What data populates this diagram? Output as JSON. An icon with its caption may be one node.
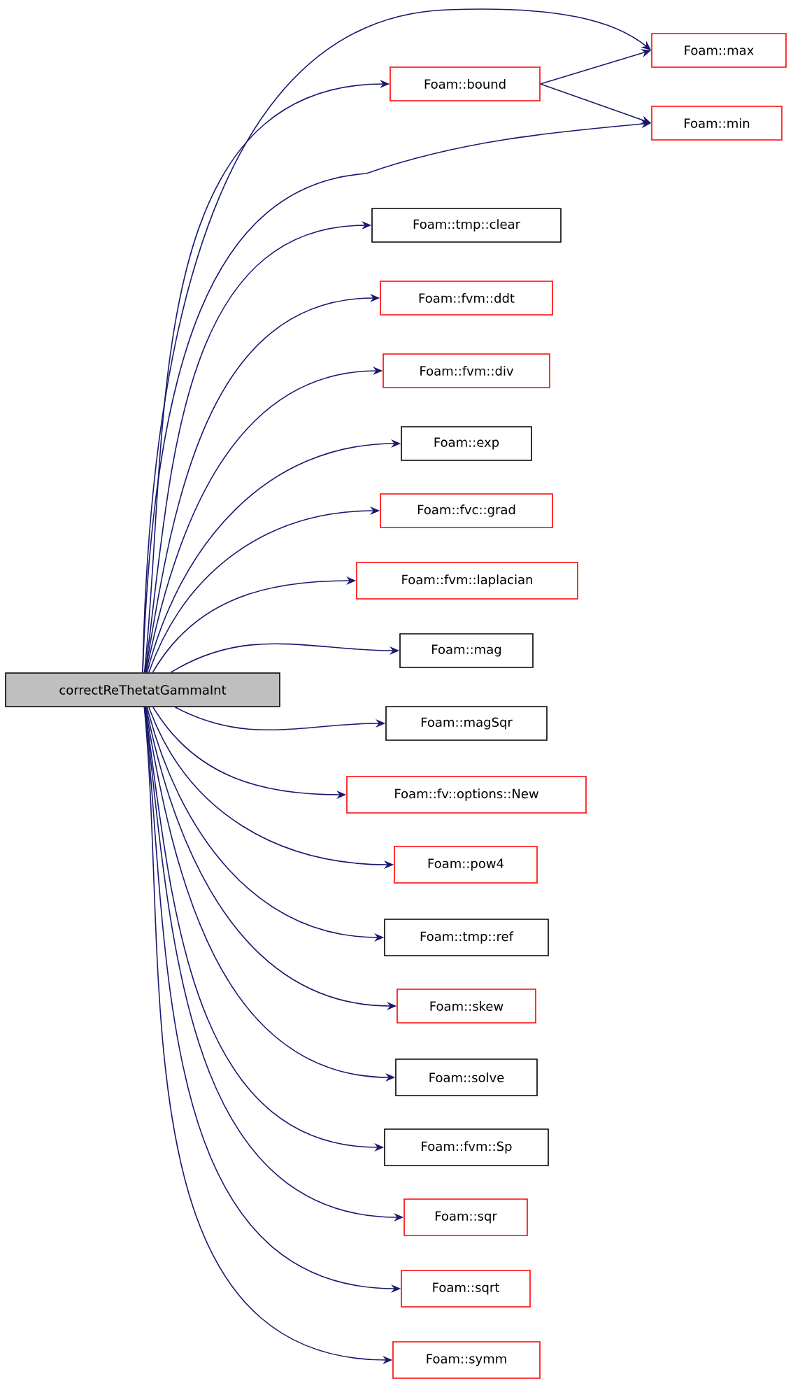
{
  "diagram": {
    "nodes": [
      {
        "text": [
          "correctReThetatGammaInt"
        ]
      },
      {
        "text": [
          "Foam::bound"
        ]
      },
      {
        "text": [
          "Foam::max"
        ]
      },
      {
        "text": [
          "Foam::min"
        ]
      },
      {
        "text": [
          "Foam::tmp::clear"
        ]
      },
      {
        "text": [
          "Foam::fvm::ddt"
        ]
      },
      {
        "text": [
          "Foam::fvm::div"
        ]
      },
      {
        "text": [
          "Foam::exp"
        ]
      },
      {
        "text": [
          "Foam::fvc::grad"
        ]
      },
      {
        "text": [
          "Foam::fvm::laplacian"
        ]
      },
      {
        "text": [
          "Foam::mag"
        ]
      },
      {
        "text": [
          "Foam::magSqr"
        ]
      },
      {
        "text": [
          "Foam::fv::options::New"
        ]
      },
      {
        "text": [
          "Foam::pow4"
        ]
      },
      {
        "text": [
          "Foam::tmp::ref"
        ]
      },
      {
        "text": [
          "Foam::skew"
        ]
      },
      {
        "text": [
          "Foam::solve"
        ]
      },
      {
        "text": [
          "Foam::fvm::Sp"
        ]
      },
      {
        "text": [
          "Foam::sqr"
        ]
      },
      {
        "text": [
          "Foam::sqrt"
        ]
      },
      {
        "text": [
          "Foam::symm"
        ]
      }
    ],
    "edges": [
      {
        "from": 0,
        "to": 2,
        "arrow": "to"
      },
      {
        "from": 0,
        "to": 1,
        "arrow": "to"
      },
      {
        "from": 0,
        "to": 3,
        "arrow": "to"
      },
      {
        "from": 0,
        "to": 4,
        "arrow": "to"
      },
      {
        "from": 0,
        "to": 5,
        "arrow": "to"
      },
      {
        "from": 0,
        "to": 6,
        "arrow": "to"
      },
      {
        "from": 0,
        "to": 7,
        "arrow": "to"
      },
      {
        "from": 0,
        "to": 8,
        "arrow": "to"
      },
      {
        "from": 0,
        "to": 9,
        "arrow": "to"
      },
      {
        "from": 0,
        "to": 10,
        "arrow": "to"
      },
      {
        "from": 0,
        "to": 11,
        "arrow": "to"
      },
      {
        "from": 0,
        "to": 12,
        "arrow": "to"
      },
      {
        "from": 0,
        "to": 13,
        "arrow": "to"
      },
      {
        "from": 0,
        "to": 14,
        "arrow": "to"
      },
      {
        "from": 0,
        "to": 15,
        "arrow": "to"
      },
      {
        "from": 0,
        "to": 16,
        "arrow": "to"
      },
      {
        "from": 0,
        "to": 17,
        "arrow": "to"
      },
      {
        "from": 0,
        "to": 18,
        "arrow": "to"
      },
      {
        "from": 0,
        "to": 19,
        "arrow": "to"
      },
      {
        "from": 0,
        "to": 20,
        "arrow": "to"
      },
      {
        "from": 1,
        "to": 2,
        "arrow": "to"
      },
      {
        "from": 1,
        "to": 3,
        "arrow": "to"
      }
    ]
  }
}
